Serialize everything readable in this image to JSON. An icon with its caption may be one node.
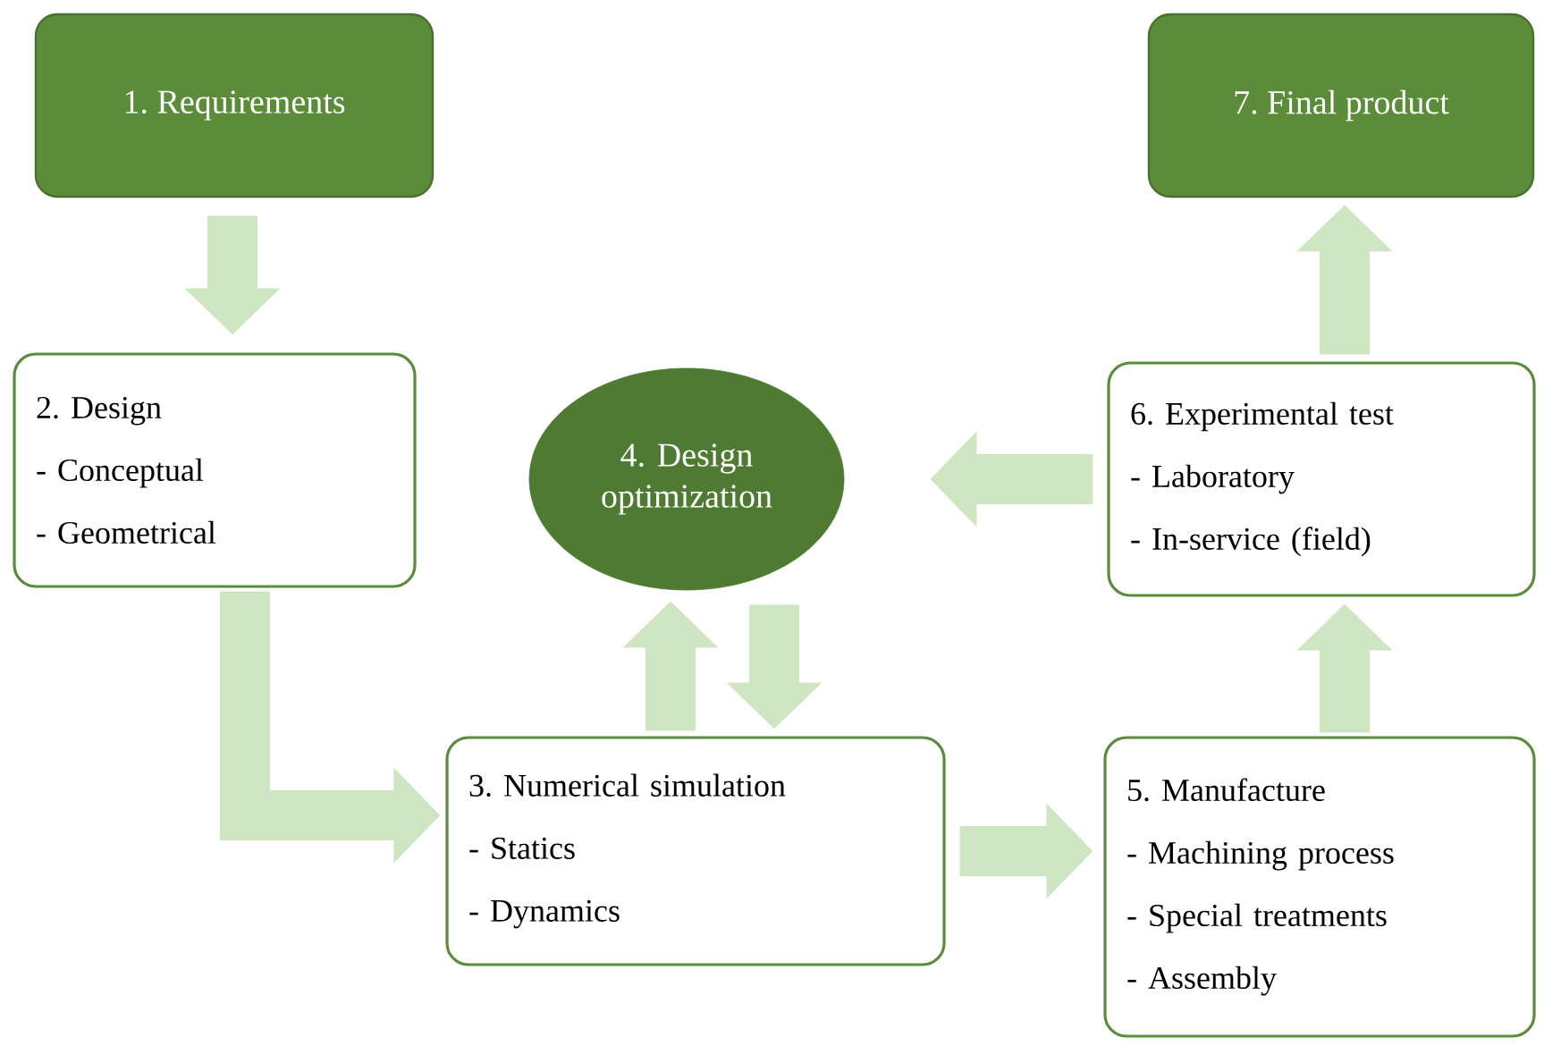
{
  "diagram": {
    "nodes": [
      {
        "text": [
          "1. Requirements"
        ]
      },
      {
        "text": [
          "7. Final product"
        ]
      },
      {
        "text": [
          "2. Design",
          "- Conceptual",
          "- Geometrical"
        ]
      },
      {
        "text": [
          "4. Design optimization"
        ]
      },
      {
        "text": [
          "6. Experimental test",
          "- Laboratory",
          "- In-service (field)"
        ]
      },
      {
        "text": [
          "3. Numerical simulation",
          "- Statics",
          "- Dynamics"
        ]
      },
      {
        "text": [
          "5. Manufacture",
          "- Machining process",
          "- Special treatments",
          "- Assembly"
        ]
      }
    ],
    "edges": [
      {
        "from": 0,
        "to": 2,
        "arrow": "to"
      },
      {
        "from": 2,
        "to": 5,
        "arrow": "to"
      },
      {
        "from": 5,
        "to": 3,
        "arrow": "to"
      },
      {
        "from": 3,
        "to": 5,
        "arrow": "to"
      },
      {
        "from": 5,
        "to": 6,
        "arrow": "to"
      },
      {
        "from": 6,
        "to": 4,
        "arrow": "to"
      },
      {
        "from": 4,
        "to": 3,
        "arrow": "to"
      },
      {
        "from": 4,
        "to": 1,
        "arrow": "to"
      }
    ]
  }
}
